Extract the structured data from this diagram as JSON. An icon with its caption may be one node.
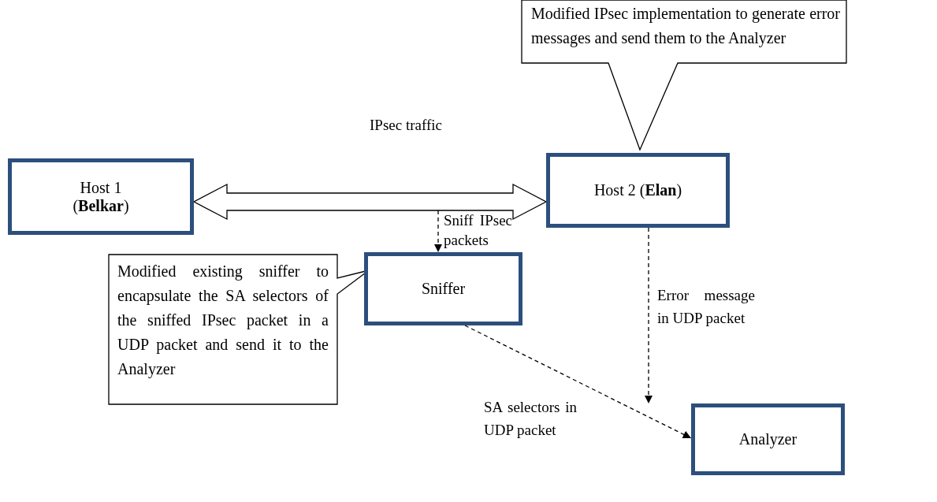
{
  "diagram": {
    "nodes": [
      {
        "text": [
          "Modified IPsec implementation to generate error messages and send them to the Analyzer"
        ]
      },
      {
        "text": [
          "Host 1 (**Belkar**)"
        ]
      },
      {
        "text": [
          "Host 2 (**Elan**)"
        ]
      },
      {
        "text": [
          "Modified existing sniffer to encapsulate the SA selectors of the sniffed IPsec packet in a UDP packet and send it to the Analyzer"
        ]
      },
      {
        "text": [
          "Sniffer"
        ]
      },
      {
        "text": [
          "Analyzer"
        ]
      }
    ],
    "edges": [
      {
        "from": 1,
        "to": 2,
        "arrow": "both",
        "style": "thick",
        "label": "IPsec traffic"
      },
      {
        "from": null,
        "to": 4,
        "arrow": "to",
        "style": "dashed",
        "label": "Sniff IPsec packets"
      },
      {
        "from": 4,
        "to": 5,
        "arrow": "to",
        "style": "dashed",
        "label": "SA selectors in UDP packet"
      },
      {
        "from": 2,
        "to": 5,
        "arrow": "to",
        "style": "dashed",
        "label": "Error message in UDP packet"
      }
    ]
  }
}
